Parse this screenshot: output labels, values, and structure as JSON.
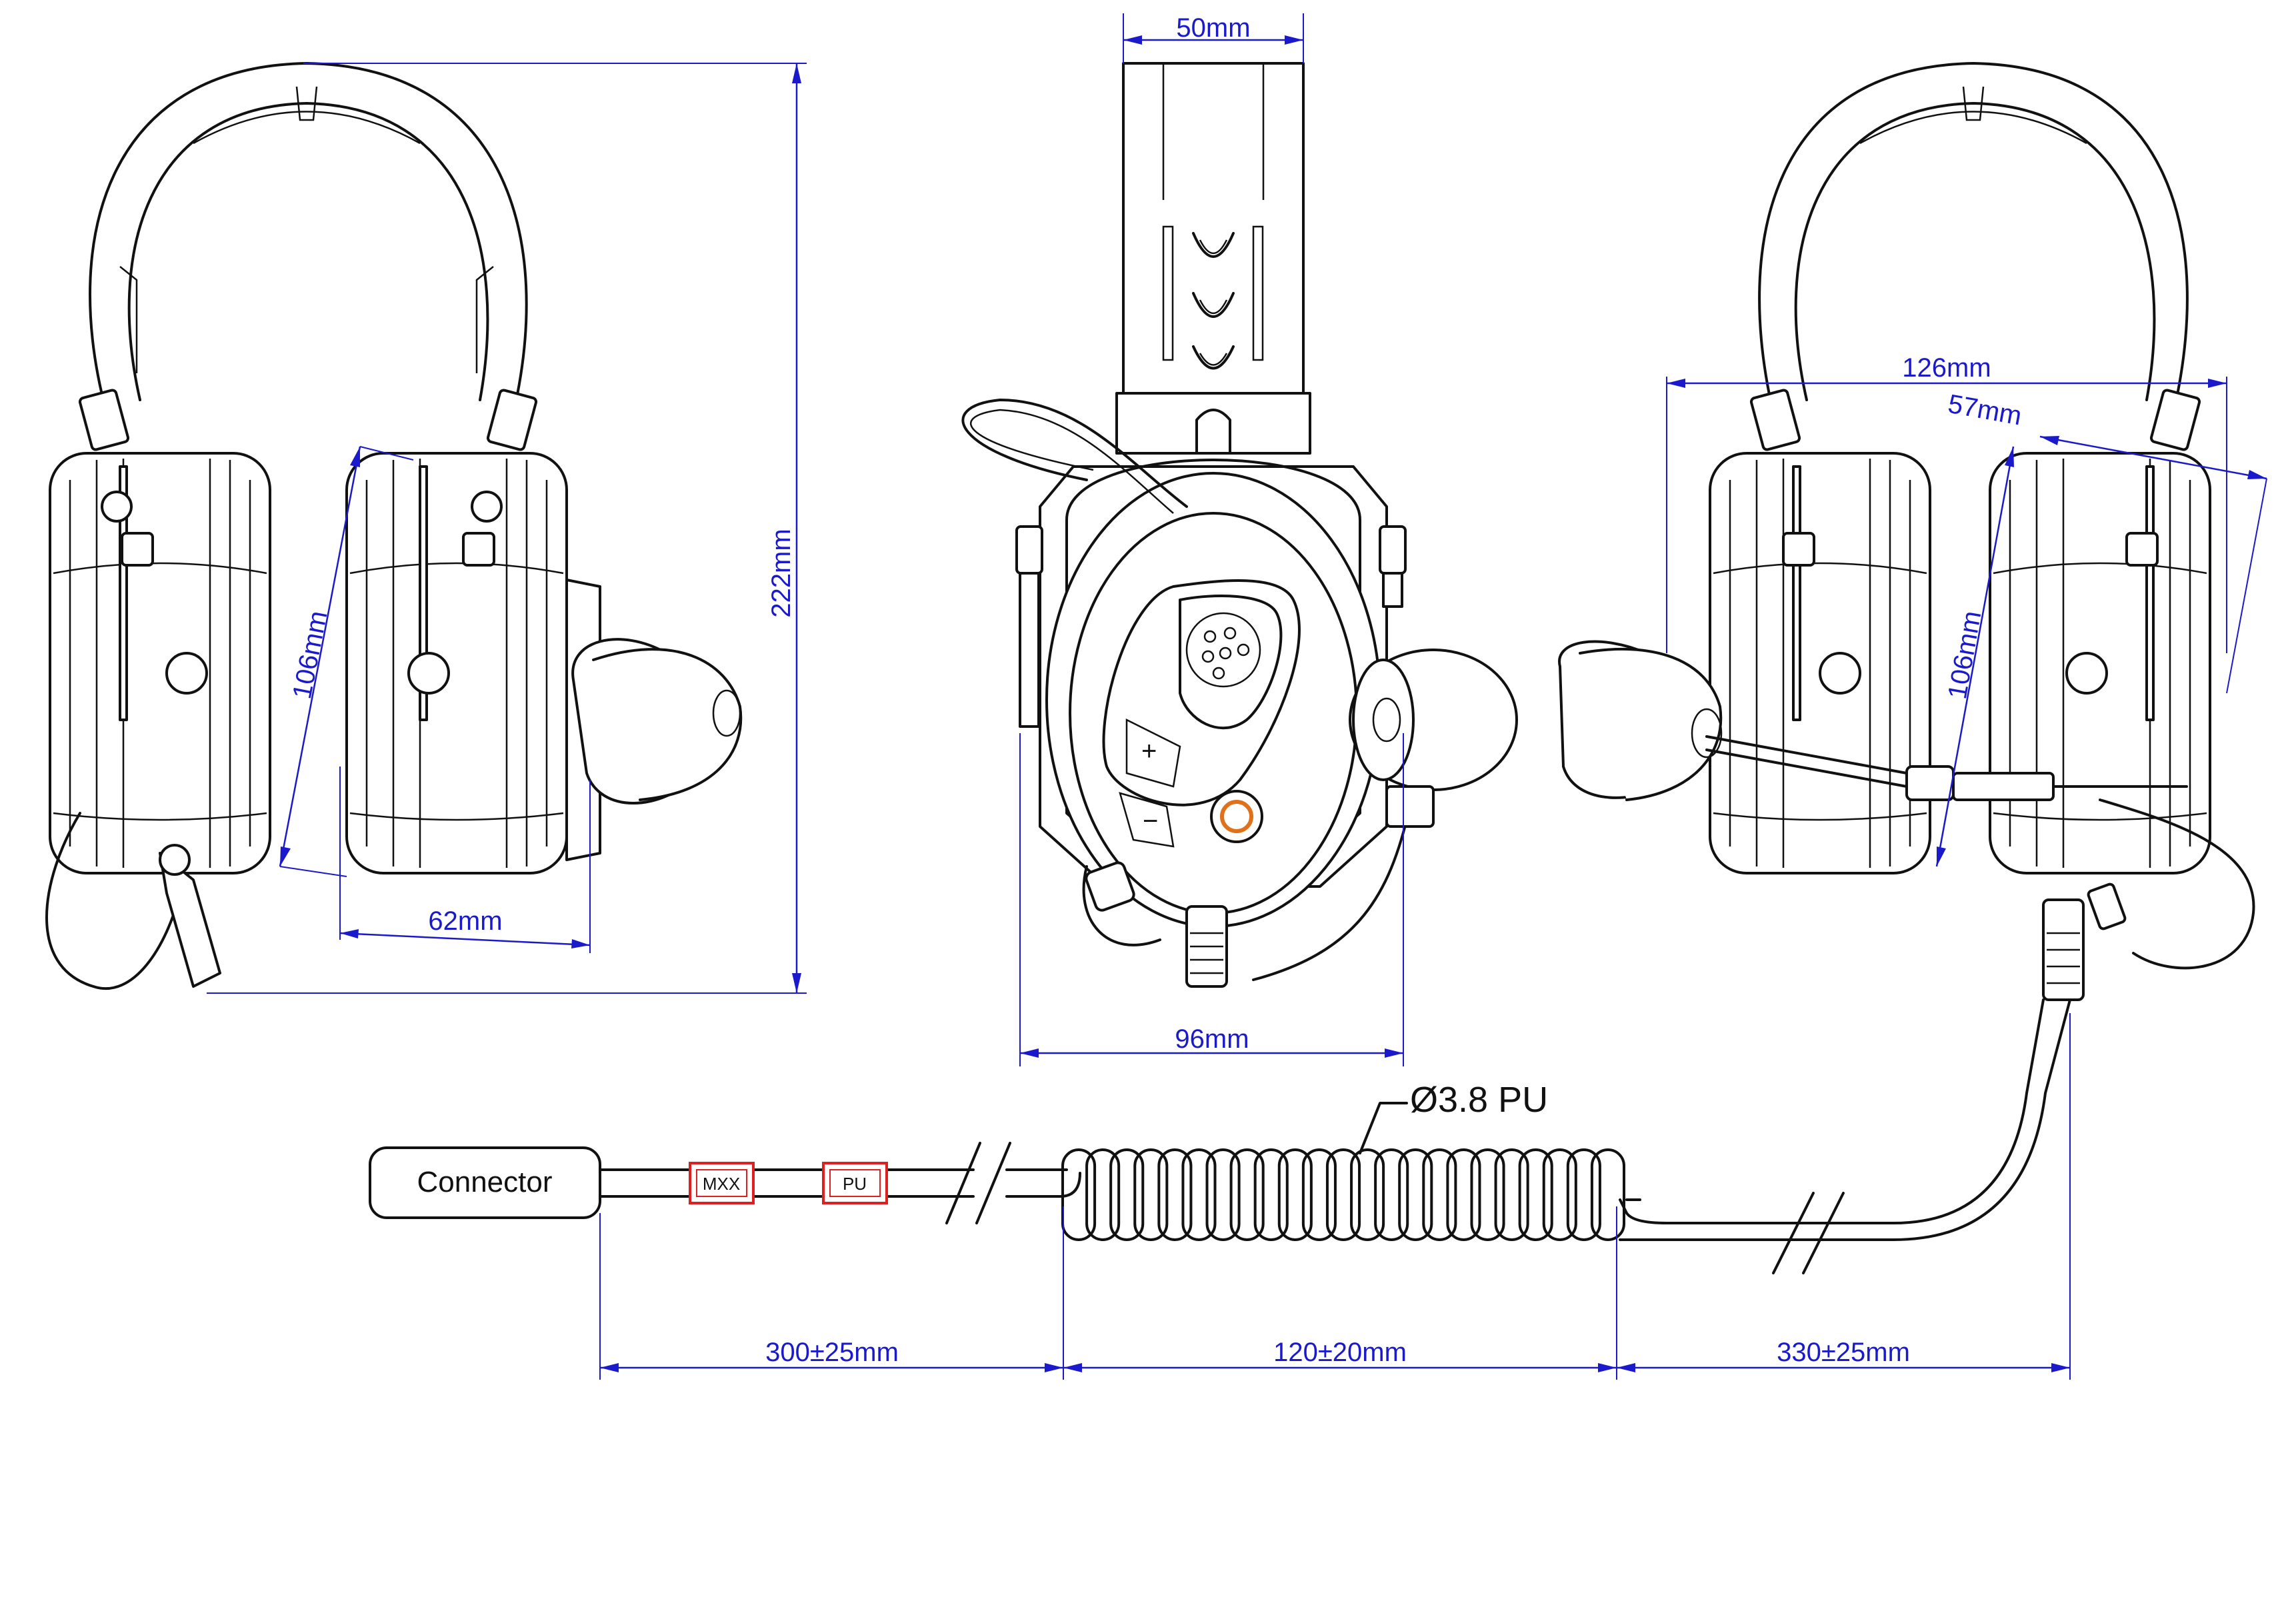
{
  "dimensions": {
    "height_total": "222mm",
    "ear_cup_height_left": "106mm",
    "depth_left": "62mm",
    "headband_width": "50mm",
    "front_width": "96mm",
    "cup_spread": "126mm",
    "cup_depth": "57mm",
    "ear_cup_height_right": "106mm"
  },
  "cable": {
    "connector_label": "Connector",
    "tags": [
      "MXX",
      "PU"
    ],
    "callout": "Ø3.8 PU",
    "segments": [
      "300±25mm",
      "120±20mm",
      "330±25mm"
    ]
  },
  "colors": {
    "outline": "#111111",
    "dimension": "#1a1acc",
    "tag_border": "#e02020",
    "ptt_button": "#e0701a"
  }
}
